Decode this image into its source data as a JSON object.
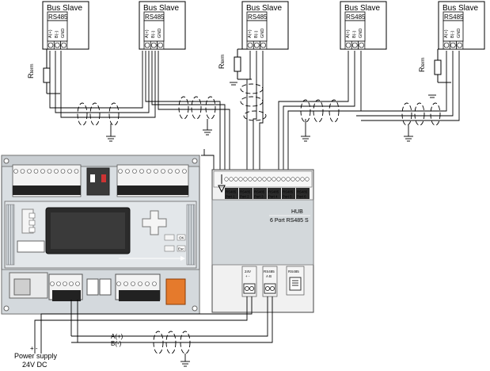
{
  "slave_title": "Bus Slave",
  "slave_protocol": "RS485",
  "slave_pins": [
    "A(+)",
    "B(-)",
    "GND"
  ],
  "term_resistor": {
    "base": "R",
    "sub": "term"
  },
  "hub": {
    "title": "HUB",
    "model": "6 Port RS485 S",
    "port_header": "RS485",
    "ports": [
      "Port 1",
      "Port 2",
      "Port 3",
      "Port 4",
      "Port 5",
      "Port 6"
    ],
    "power_label": "24V",
    "power_pins": "+  -",
    "bus_label": "RS485",
    "bus_pins": "A  B",
    "jack_label": "RS485"
  },
  "controller": {
    "nav_labels": [
      "OK",
      "Esc"
    ]
  },
  "power_supply": {
    "polarity": "+   -",
    "line1": "Power supply",
    "line2": "24V DC"
  },
  "bus_line_a": "A(+)",
  "bus_line_b": "B(-)",
  "colors": {
    "stroke": "#000000",
    "device": "#dde2e6",
    "terminal": "#f2f2f2",
    "orange": "#e57a2c"
  }
}
